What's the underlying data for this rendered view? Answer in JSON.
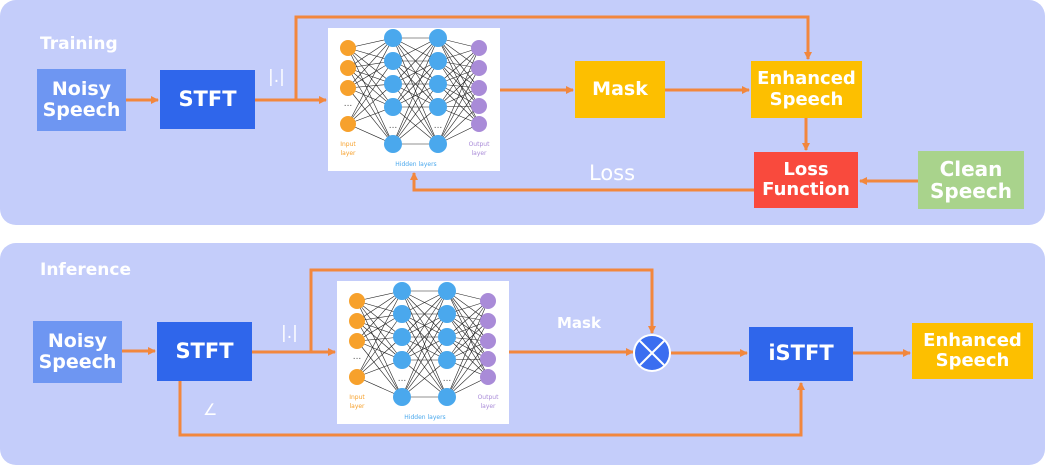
{
  "colors": {
    "panel_bg": "#c4cdfa",
    "arrow": "#f2873d",
    "noisy_speech_box": "#6e96f2",
    "stft_box": "#2f66eb",
    "mask_box": "#fdbf00",
    "loss_box": "#f94a3d",
    "clean_box": "#a9d38c",
    "nn_input_node": "#f7a12c",
    "nn_hidden_node": "#4aa8ed",
    "nn_output_node": "#a98bd8"
  },
  "training": {
    "title": "Training",
    "noisy_line1": "Noisy",
    "noisy_line2": "Speech",
    "stft": "STFT",
    "magnitude": "|.|",
    "mask": "Mask",
    "enhanced_line1": "Enhanced",
    "enhanced_line2": "Speech",
    "loss_fn_line1": "Loss",
    "loss_fn_line2": "Function",
    "clean_line1": "Clean",
    "clean_line2": "Speech",
    "loss_label": "Loss"
  },
  "inference": {
    "title": "Inference",
    "noisy_line1": "Noisy",
    "noisy_line2": "Speech",
    "stft": "STFT",
    "magnitude": "|.|",
    "mask_label": "Mask",
    "phase": "∠",
    "istft": "iSTFT",
    "enhanced_line1": "Enhanced",
    "enhanced_line2": "Speech"
  },
  "nn": {
    "input_label_1": "Input",
    "input_label_2": "layer",
    "hidden_label": "Hidden layers",
    "output_label_1": "Output",
    "output_label_2": "layer",
    "ellipsis": "..."
  }
}
